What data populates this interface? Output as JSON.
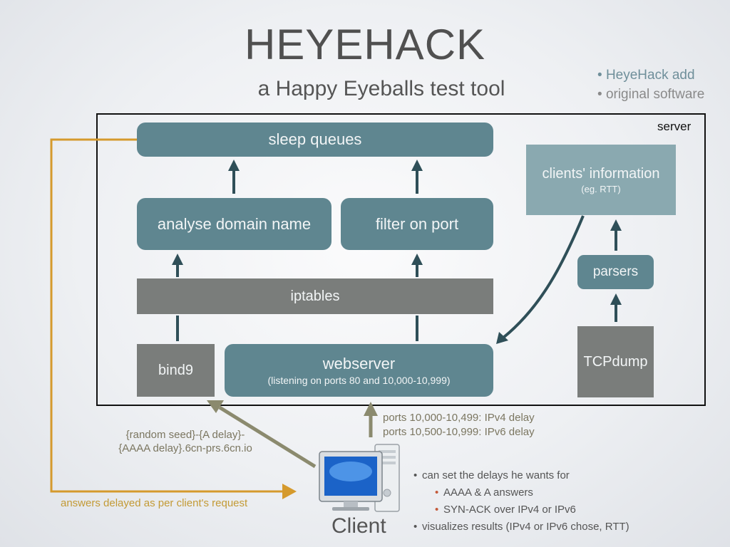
{
  "title": "HEYEHACK",
  "subtitle": "a Happy Eyeballs test tool",
  "legend": {
    "heyehack_add": "HeyeHack add",
    "original_software": "original software",
    "colors": {
      "heyehack_add": "#5f8690",
      "original_software": "#7a7d7b"
    }
  },
  "server": {
    "label": "server"
  },
  "boxes": {
    "sleep_queues": "sleep queues",
    "analyse_domain": "analyse domain name",
    "filter_port": "filter on port",
    "iptables": "iptables",
    "bind9": "bind9",
    "webserver": "webserver",
    "webserver_sub": "(listening on ports 80 and 10,000-10,999)",
    "clients_info": "clients' information",
    "clients_info_sub": "(eg. RTT)",
    "parsers": "parsers",
    "tcpdump": "TCPdump"
  },
  "edges": {
    "ports_ipv4": "ports 10,000-10,499: IPv4 delay",
    "ports_ipv6": "ports 10,500-10,999: IPv6 delay",
    "dns_line1": "{random seed}-{A delay}-",
    "dns_line2": "{AAAA delay}.6cn-prs.6cn.io",
    "answers_delayed": "answers delayed as per client's request"
  },
  "client": {
    "label": "Client",
    "notes": [
      "can set the delays he wants for",
      "AAAA & A answers",
      "SYN-ACK over IPv4 or IPv6",
      "visualizes results (IPv4 or IPv6 chose, RTT)"
    ]
  }
}
